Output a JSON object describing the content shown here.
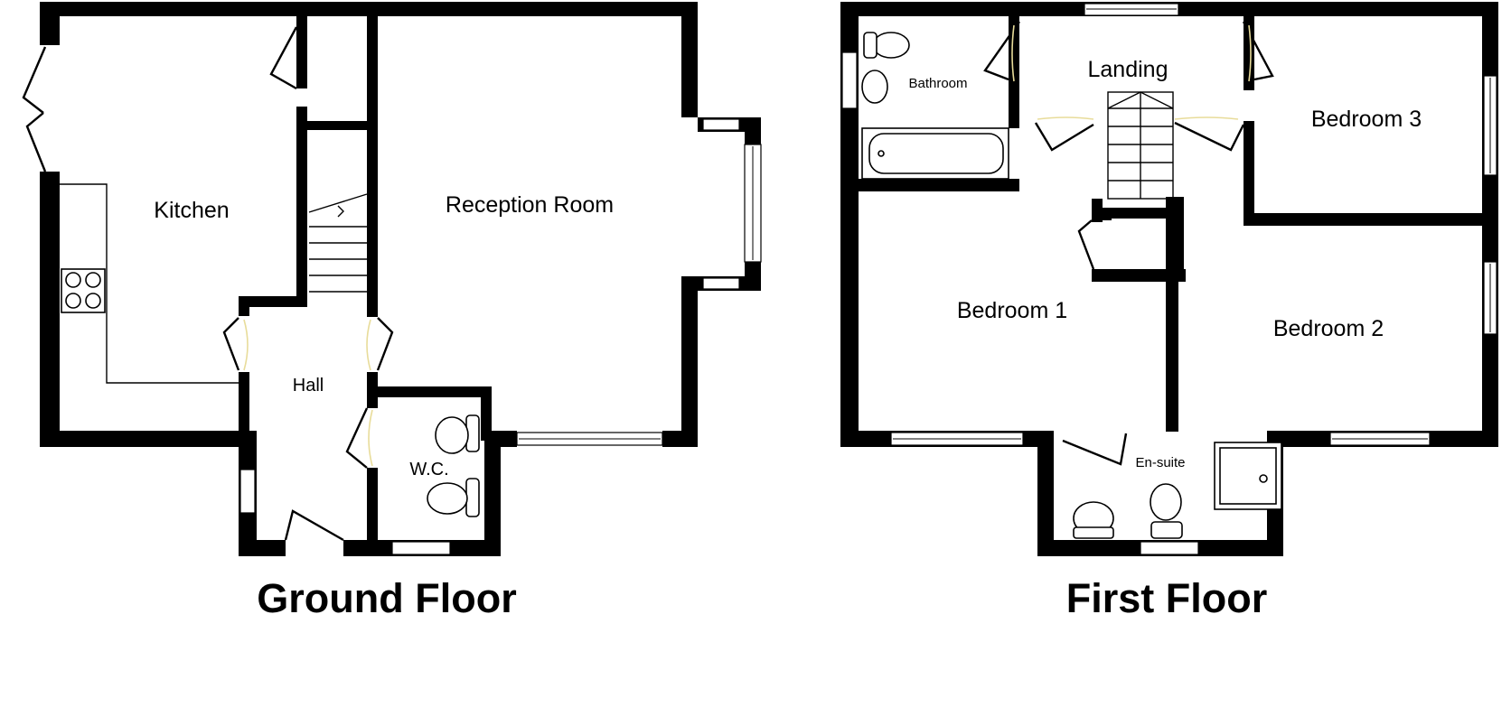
{
  "ground_floor": {
    "title": "Ground Floor",
    "rooms": {
      "kitchen": "Kitchen",
      "reception": "Reception Room",
      "hall": "Hall",
      "wc": "W.C."
    }
  },
  "first_floor": {
    "title": "First Floor",
    "rooms": {
      "bathroom": "Bathroom",
      "landing": "Landing",
      "bedroom3": "Bedroom 3",
      "bedroom1": "Bedroom 1",
      "bedroom2": "Bedroom 2",
      "ensuite": "En-suite"
    }
  }
}
